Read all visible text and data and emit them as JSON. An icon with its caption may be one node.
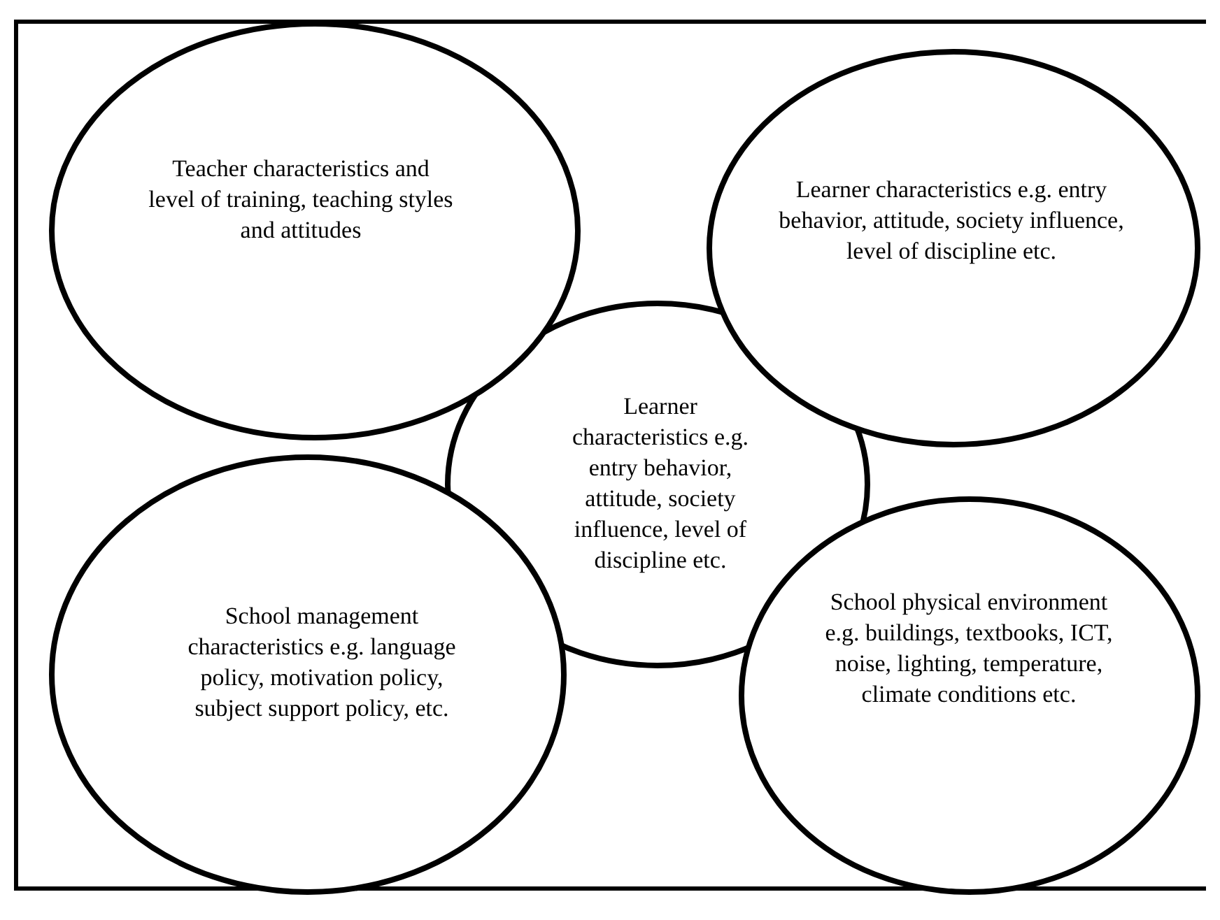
{
  "diagram": {
    "nodes": [
      {
        "text": [
          "Teacher characteristics and level of training, teaching styles and attitudes"
        ]
      },
      {
        "text": [
          "Learner characteristics e.g. entry behavior, attitude, society influence, level of discipline etc."
        ]
      },
      {
        "text": [
          "Learner characteristics e.g. entry behavior, attitude, society influence, level of discipline etc."
        ]
      },
      {
        "text": [
          "School management characteristics e.g. language policy, motivation policy, subject support policy, etc."
        ]
      },
      {
        "text": [
          "School physical environment e.g. buildings, textbooks, ICT, noise, lighting, temperature, climate conditions etc."
        ]
      }
    ],
    "edges": []
  }
}
